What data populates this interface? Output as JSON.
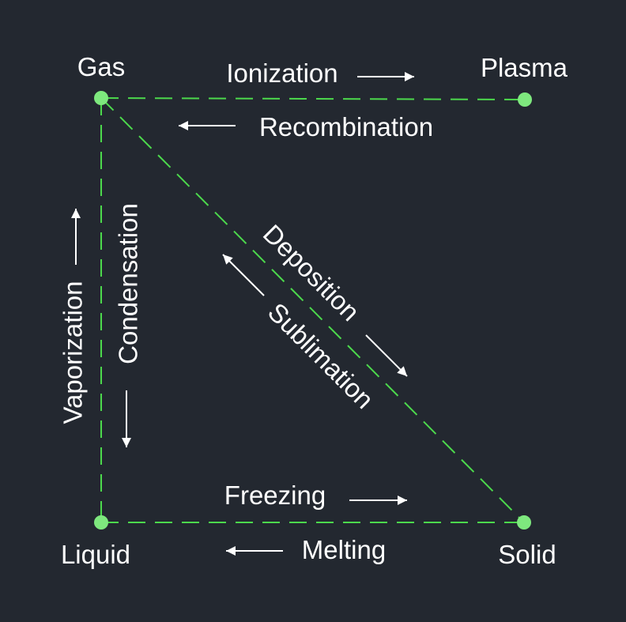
{
  "colors": {
    "background": "#232830",
    "line": "#4cd94c",
    "node": "#7ee87e",
    "text": "#ffffff"
  },
  "nodes": {
    "gas": "Gas",
    "plasma": "Plasma",
    "liquid": "Liquid",
    "solid": "Solid"
  },
  "transitions": {
    "ionization": "Ionization",
    "recombination": "Recombination",
    "vaporization": "Vaporization",
    "condensation": "Condensation",
    "deposition": "Deposition",
    "sublimation": "Sublimation",
    "freezing": "Freezing",
    "melting": "Melting"
  }
}
